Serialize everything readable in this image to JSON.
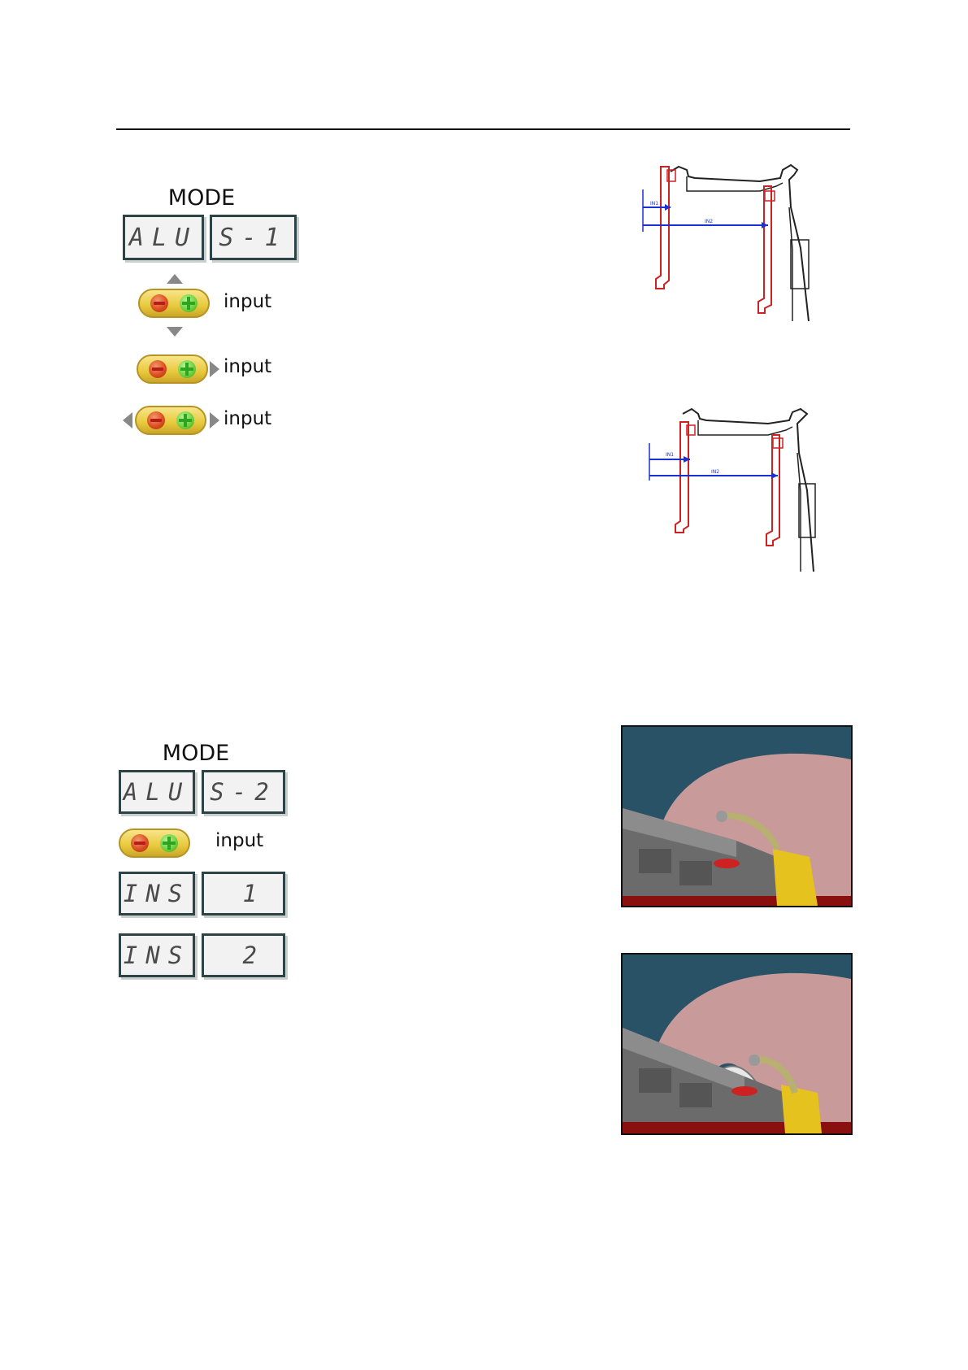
{
  "section1": {
    "mode_label": "MODE",
    "display_left": "ALU",
    "display_right": "S-1",
    "rows": [
      {
        "label": "input",
        "arrows": "up-down"
      },
      {
        "label": "input",
        "arrows": "right"
      },
      {
        "label": "input",
        "arrows": "left-right"
      }
    ]
  },
  "section2": {
    "mode_label": "MODE",
    "display_left": "ALU",
    "display_right": "S-2",
    "button_label": "input",
    "ins1_left": "INS",
    "ins1_right": "1",
    "ins2_left": "INS",
    "ins2_right": "2"
  },
  "diagram1": {
    "label_in1": "IN1",
    "label_in2": "IN2"
  },
  "diagram2": {
    "label_in1": "IN1",
    "label_in2": "IN2"
  },
  "colors": {
    "lcd_border": "#2e4346",
    "rim_lines": "#cc2222",
    "arrow": "#1a2fd6",
    "scene_bg": "#2a5266",
    "tire": "#c99a9a"
  }
}
